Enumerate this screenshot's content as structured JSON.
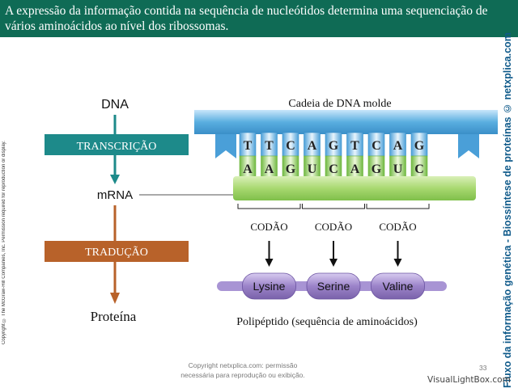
{
  "header": {
    "text": "A expressão da informação contida na sequência de nucleótidos determina uma sequenciação de vários aminoácidos ao nível dos ribossomas."
  },
  "diagram": {
    "dna_label": "DNA",
    "transcription_label": "TRANSCRIÇÃO",
    "mrna_label": "mRNA",
    "translation_label": "TRADUÇÃO",
    "protein_label": "Proteína",
    "template_strand_label": "Cadeia de DNA molde",
    "dna_bases": [
      "T",
      "T",
      "C",
      "A",
      "G",
      "T",
      "C",
      "A",
      "G"
    ],
    "mrna_bases": [
      "A",
      "A",
      "G",
      "U",
      "C",
      "A",
      "G",
      "U",
      "C"
    ],
    "codon_label": "CODÃO",
    "amino_acids": [
      "Lysine",
      "Serine",
      "Valine"
    ],
    "polypeptide_label": "Polipéptido (sequência de aminoácidos)",
    "colors": {
      "header": "#0f6b55",
      "transcription": "#1d8a8a",
      "translation": "#b8622a",
      "dna_strand": "#5aaee0",
      "mrna_strand": "#a8d870",
      "amino_acid": "#9b83c9"
    }
  },
  "copyright_left": "Copyright © The McGraw-Hill Companies, Inc. Permission required for reproduction or display.",
  "side_caption": "Fluxo da informação genética - Biossíntese de proteínas © netxplica.com",
  "footer": {
    "note_line1": "Copyright netxplica.com: permissão",
    "note_line2": "necessária para reprodução ou exibição.",
    "page_number": "33"
  },
  "watermark": "VisualLightBox.com"
}
